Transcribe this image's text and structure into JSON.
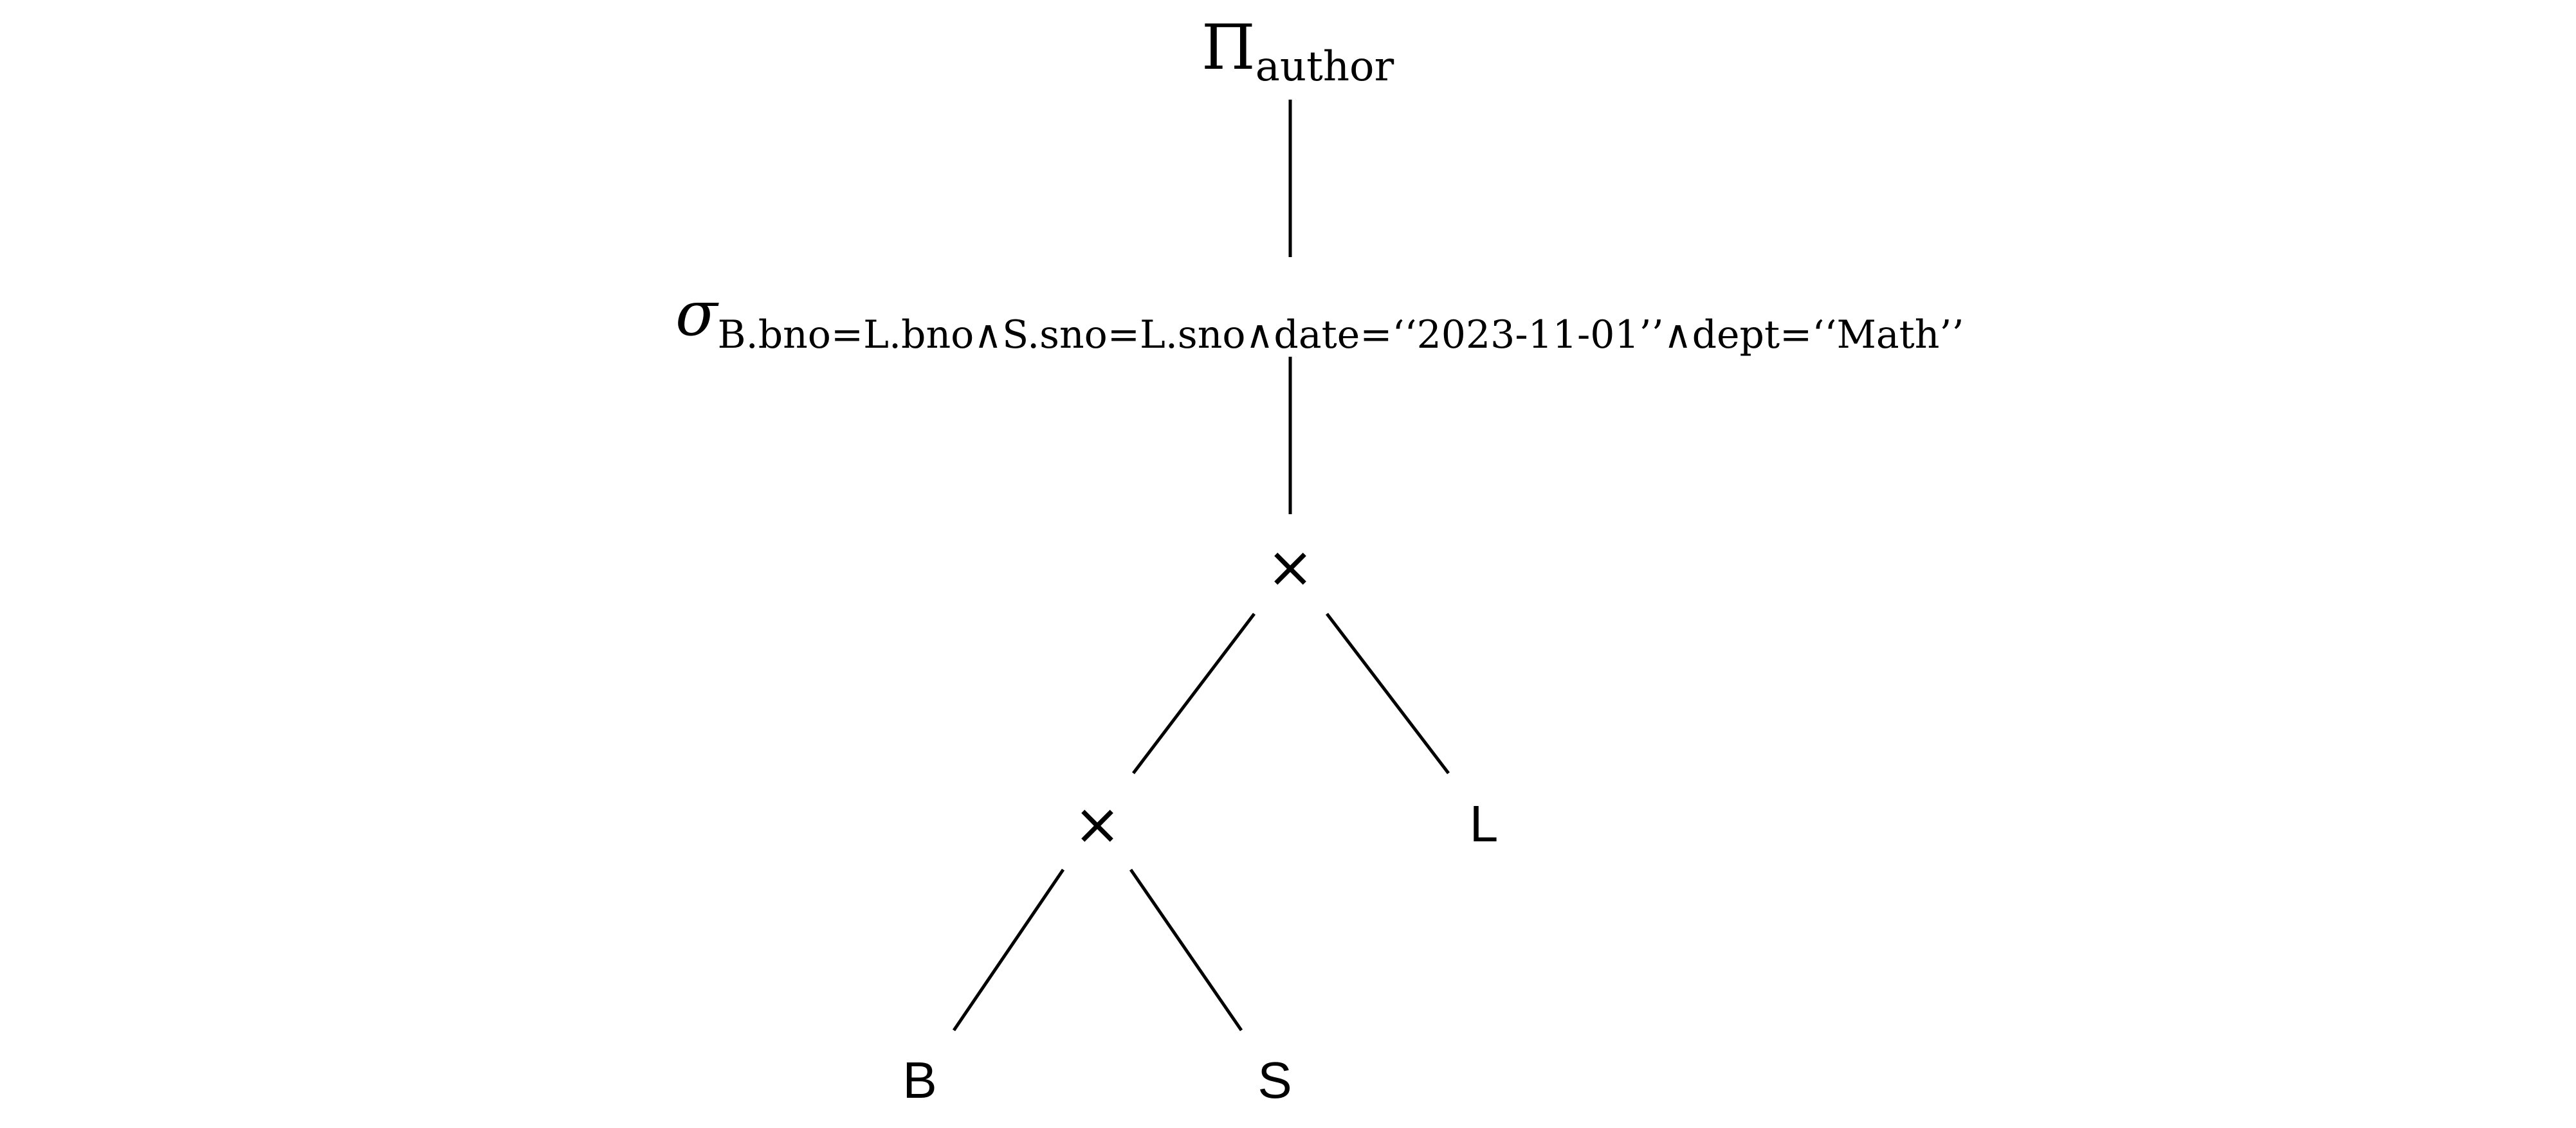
{
  "projection": {
    "symbol": "Π",
    "attribute": "author"
  },
  "selection": {
    "symbol": "σ",
    "predicate": "B.bno=L.bno∧S.sno=L.sno∧date=‘‘2023-11-01’’∧dept=‘‘Math’’"
  },
  "cross_top": {
    "symbol": "×"
  },
  "cross_bottom": {
    "symbol": "×"
  },
  "relations": {
    "b": "B",
    "s": "S",
    "l": "L"
  }
}
